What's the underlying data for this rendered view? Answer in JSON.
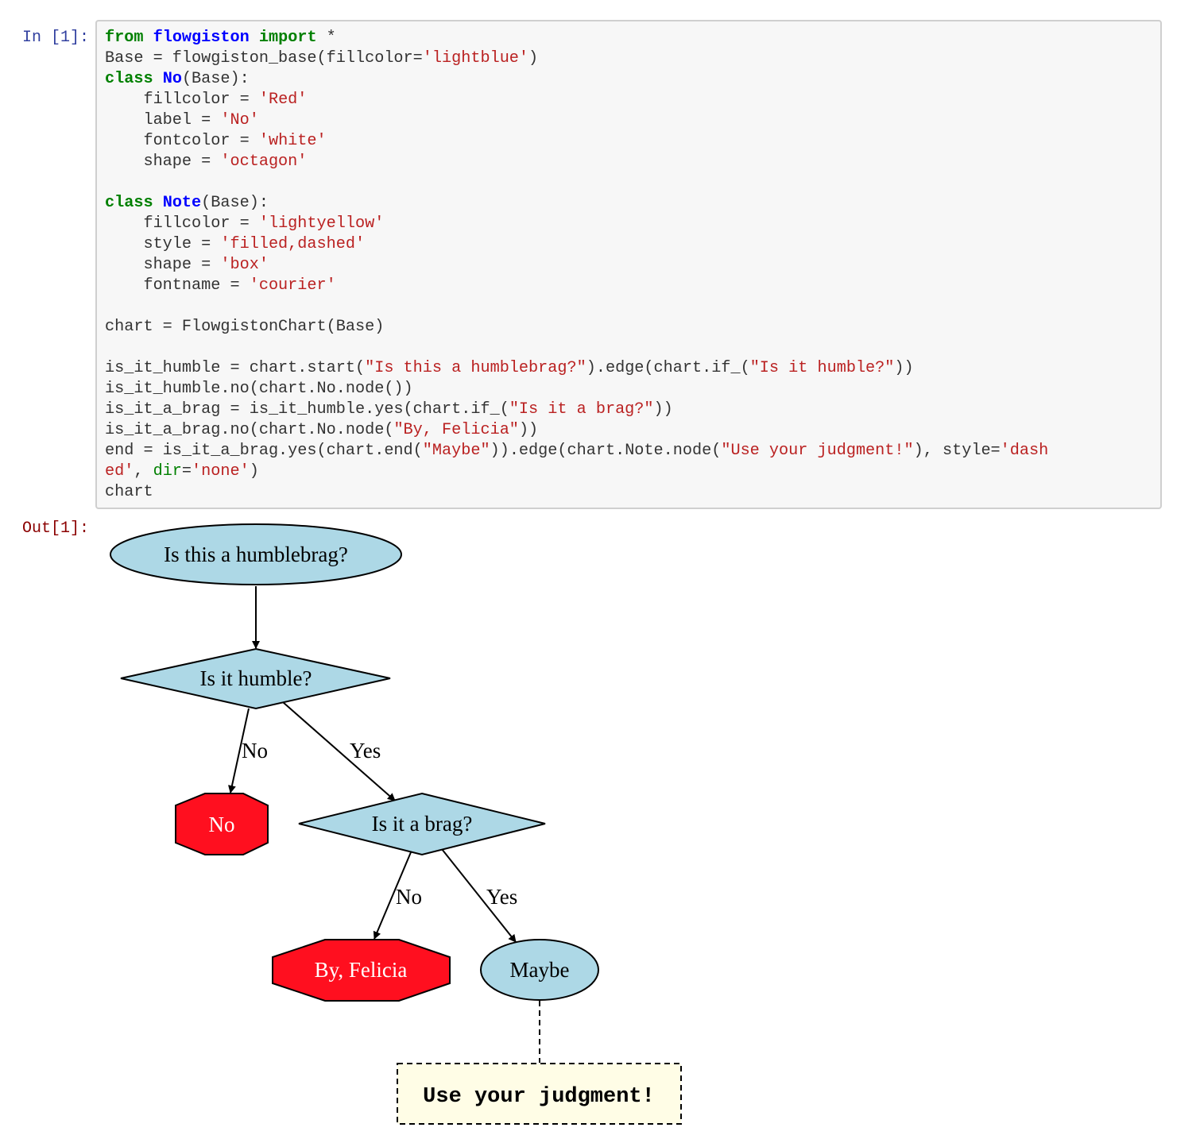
{
  "cell": {
    "in_prompt": "In [1]:",
    "out_prompt": "Out[1]:"
  },
  "code_lines": [
    [
      {
        "t": "kw",
        "v": "from"
      },
      {
        "t": "",
        "v": " "
      },
      {
        "t": "nm",
        "v": "flowgiston"
      },
      {
        "t": "",
        "v": " "
      },
      {
        "t": "kw",
        "v": "import"
      },
      {
        "t": "",
        "v": " *"
      }
    ],
    [
      {
        "t": "",
        "v": "Base = flowgiston_base(fillcolor="
      },
      {
        "t": "st",
        "v": "'lightblue'"
      },
      {
        "t": "",
        "v": ")"
      }
    ],
    [
      {
        "t": "kw",
        "v": "class"
      },
      {
        "t": "",
        "v": " "
      },
      {
        "t": "nm",
        "v": "No"
      },
      {
        "t": "",
        "v": "(Base):"
      }
    ],
    [
      {
        "t": "",
        "v": "    fillcolor = "
      },
      {
        "t": "st",
        "v": "'Red'"
      }
    ],
    [
      {
        "t": "",
        "v": "    label = "
      },
      {
        "t": "st",
        "v": "'No'"
      }
    ],
    [
      {
        "t": "",
        "v": "    fontcolor = "
      },
      {
        "t": "st",
        "v": "'white'"
      }
    ],
    [
      {
        "t": "",
        "v": "    shape = "
      },
      {
        "t": "st",
        "v": "'octagon'"
      }
    ],
    [],
    [
      {
        "t": "kw",
        "v": "class"
      },
      {
        "t": "",
        "v": " "
      },
      {
        "t": "nm",
        "v": "Note"
      },
      {
        "t": "",
        "v": "(Base):"
      }
    ],
    [
      {
        "t": "",
        "v": "    fillcolor = "
      },
      {
        "t": "st",
        "v": "'lightyellow'"
      }
    ],
    [
      {
        "t": "",
        "v": "    style = "
      },
      {
        "t": "st",
        "v": "'filled,dashed'"
      }
    ],
    [
      {
        "t": "",
        "v": "    shape = "
      },
      {
        "t": "st",
        "v": "'box'"
      }
    ],
    [
      {
        "t": "",
        "v": "    fontname = "
      },
      {
        "t": "st",
        "v": "'courier'"
      }
    ],
    [],
    [
      {
        "t": "",
        "v": "chart = FlowgistonChart(Base)"
      }
    ],
    [],
    [
      {
        "t": "",
        "v": "is_it_humble = chart.start("
      },
      {
        "t": "st",
        "v": "\"Is this a humblebrag?\""
      },
      {
        "t": "",
        "v": ").edge(chart.if_("
      },
      {
        "t": "st",
        "v": "\"Is it humble?\""
      },
      {
        "t": "",
        "v": "))"
      }
    ],
    [
      {
        "t": "",
        "v": "is_it_humble.no(chart.No.node())"
      }
    ],
    [
      {
        "t": "",
        "v": "is_it_a_brag = is_it_humble.yes(chart.if_("
      },
      {
        "t": "st",
        "v": "\"Is it a brag?\""
      },
      {
        "t": "",
        "v": "))"
      }
    ],
    [
      {
        "t": "",
        "v": "is_it_a_brag.no(chart.No.node("
      },
      {
        "t": "st",
        "v": "\"By, Felicia\""
      },
      {
        "t": "",
        "v": "))"
      }
    ],
    [
      {
        "t": "",
        "v": "end = is_it_a_brag.yes(chart.end("
      },
      {
        "t": "st",
        "v": "\"Maybe\""
      },
      {
        "t": "",
        "v": ")).edge(chart.Note.node("
      },
      {
        "t": "st",
        "v": "\"Use your judgment!\""
      },
      {
        "t": "",
        "v": "), style="
      },
      {
        "t": "st",
        "v": "'dash"
      }
    ],
    [
      {
        "t": "st",
        "v": "ed'"
      },
      {
        "t": "",
        "v": ", "
      },
      {
        "t": "kwa",
        "v": "dir"
      },
      {
        "t": "",
        "v": "="
      },
      {
        "t": "st",
        "v": "'none'"
      },
      {
        "t": "",
        "v": ")"
      }
    ],
    [
      {
        "t": "",
        "v": "chart"
      }
    ]
  ],
  "flowchart": {
    "nodes": {
      "start": "Is this a humblebrag?",
      "if_humble": "Is it humble?",
      "no_1": "No",
      "if_brag": "Is it a brag?",
      "no_2": "By, Felicia",
      "end": "Maybe",
      "note": "Use your judgment!"
    },
    "edges": {
      "humble_no": "No",
      "humble_yes": "Yes",
      "brag_no": "No",
      "brag_yes": "Yes"
    },
    "colors": {
      "lightblue": "#add8e6",
      "red": "#ff0f1f",
      "lightyellow": "#fffde6",
      "stroke": "#000000",
      "white": "#ffffff"
    }
  }
}
